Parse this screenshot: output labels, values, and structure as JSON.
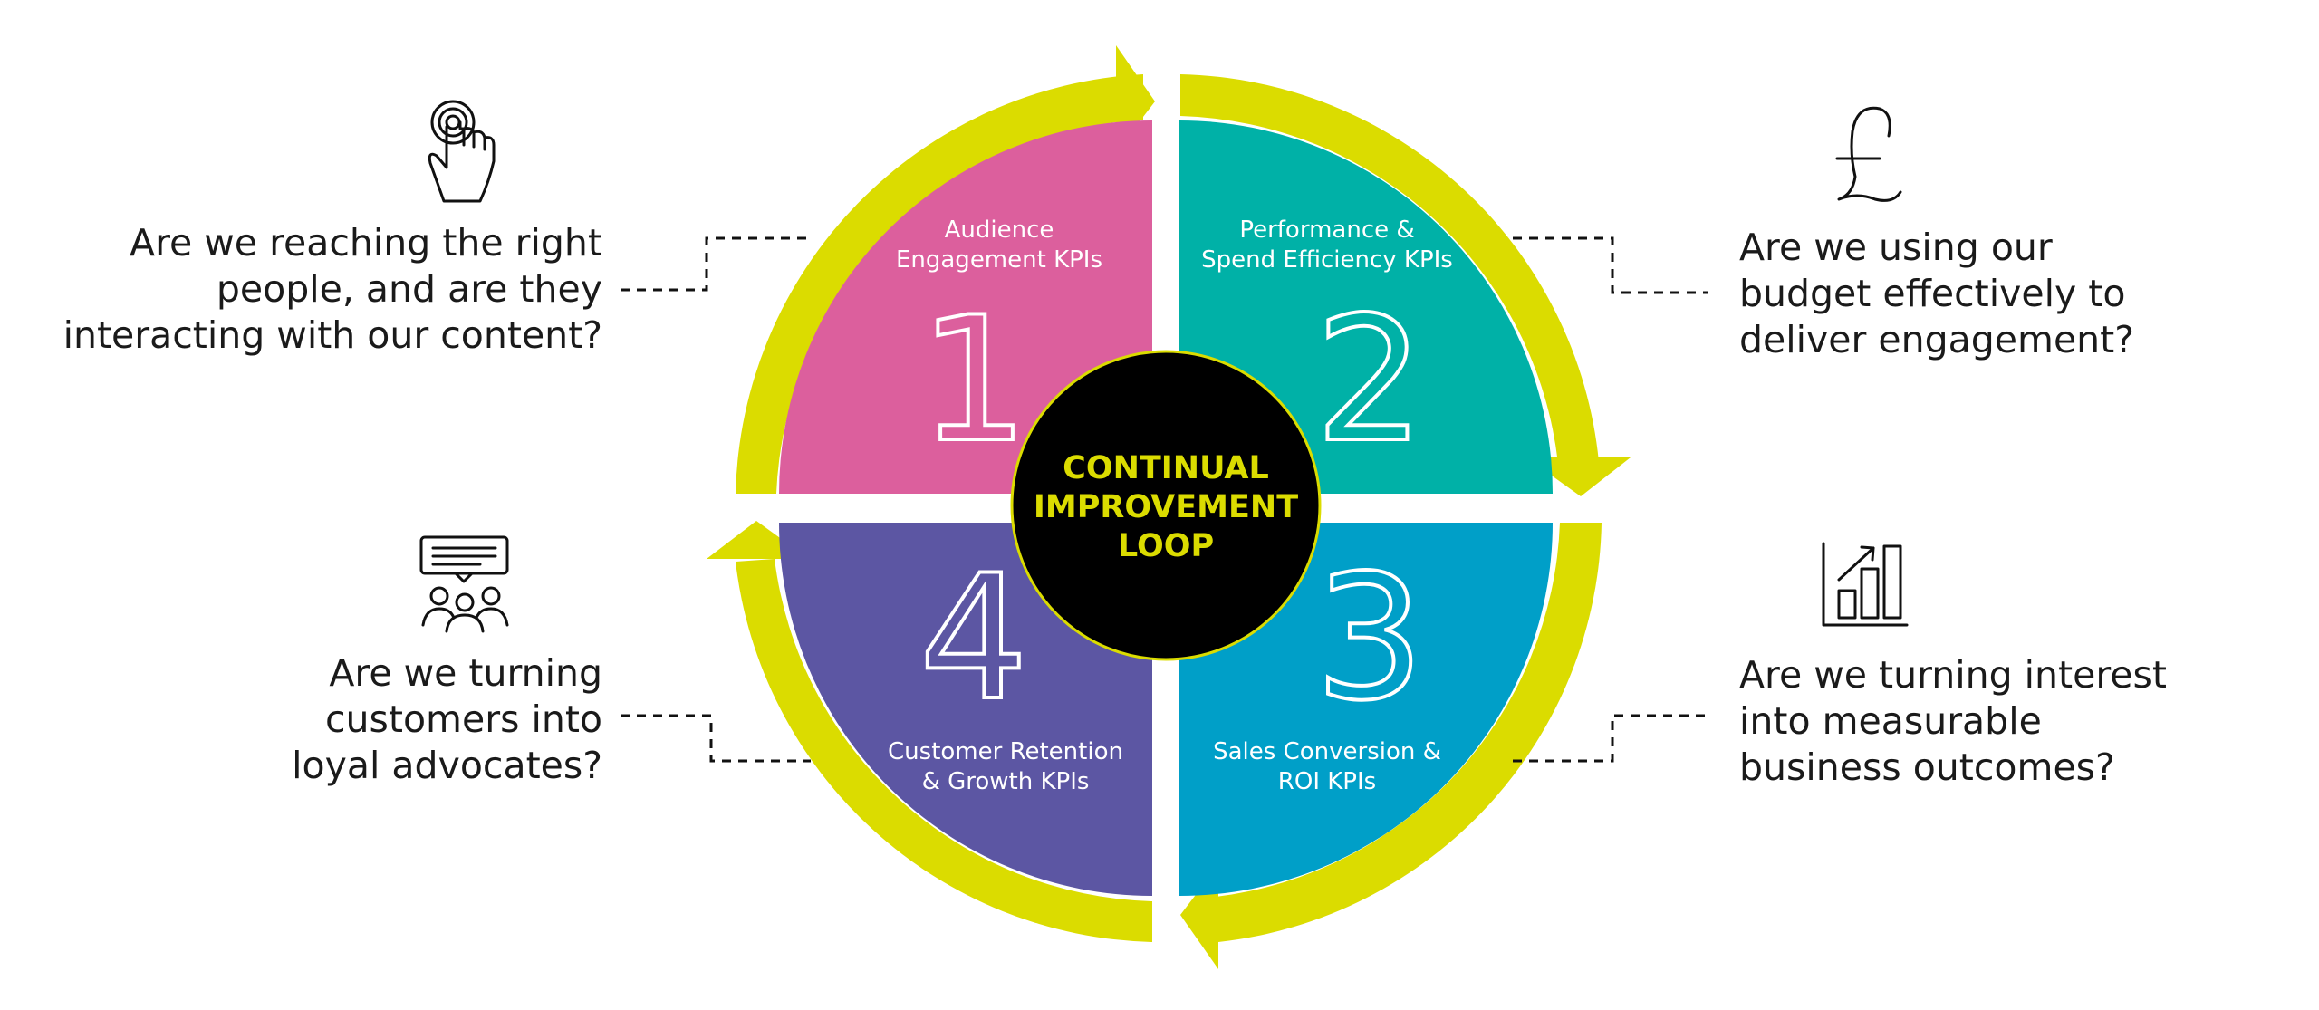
{
  "colors": {
    "arrow": "#dbdc00",
    "quadrant_1": "#dc5f9d",
    "quadrant_2": "#00b1a7",
    "quadrant_3": "#009fc8",
    "quadrant_4": "#5c56a3",
    "center_fill": "#000000",
    "center_text": "#dbdc00"
  },
  "center": {
    "line1": "CONTINUAL",
    "line2": "IMPROVEMENT",
    "line3": "LOOP"
  },
  "quadrants": [
    {
      "number": "1",
      "label_line1": "Audience",
      "label_line2": "Engagement KPIs",
      "question": "Are we reaching the right\npeople, and are they\ninteracting with our content?",
      "icon": "hand-tap-icon"
    },
    {
      "number": "2",
      "label_line1": "Performance &",
      "label_line2": "Spend Efficiency KPIs",
      "question": "Are we using our\nbudget effectively to\ndeliver engagement?",
      "icon": "pound-sign-icon"
    },
    {
      "number": "3",
      "label_line1": "Sales Conversion &",
      "label_line2": "ROI KPIs",
      "question": "Are we turning interest\ninto measurable\nbusiness outcomes?",
      "icon": "growth-chart-icon"
    },
    {
      "number": "4",
      "label_line1": "Customer Retention",
      "label_line2": "& Growth KPIs",
      "question": "Are we turning\ncustomers into\nloyal advocates?",
      "icon": "community-chat-icon"
    }
  ]
}
